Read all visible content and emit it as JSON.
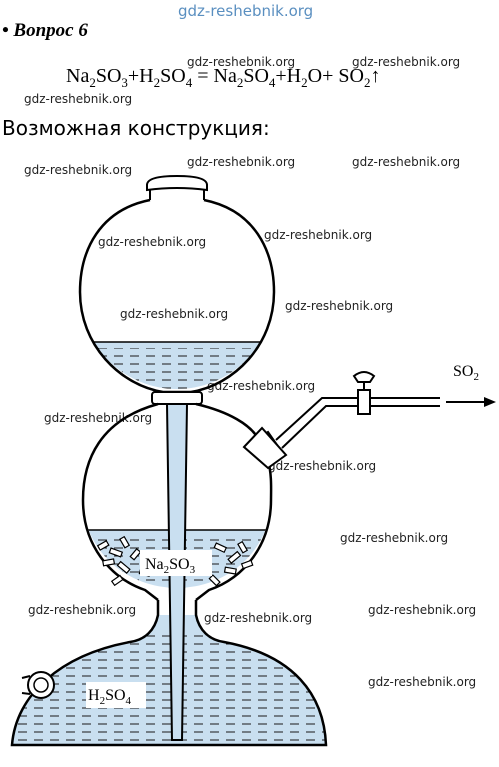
{
  "watermarks": {
    "top": "gdz-reshebnik.org",
    "text": "gdz-reshebnik.org"
  },
  "heading": {
    "bullet": "•",
    "title": "Вопрос 6"
  },
  "equation": {
    "parts": [
      {
        "t": "Na"
      },
      {
        "s": "2"
      },
      {
        "t": "SO"
      },
      {
        "s": "3"
      },
      {
        "t": "+H"
      },
      {
        "s": "2"
      },
      {
        "t": "SO"
      },
      {
        "s": "4"
      },
      {
        "t": " = Na"
      },
      {
        "s": "2"
      },
      {
        "t": "SO"
      },
      {
        "s": "4"
      },
      {
        "t": "+H"
      },
      {
        "s": "2"
      },
      {
        "t": "O+ SO"
      },
      {
        "s": "2"
      },
      {
        "t": "↑"
      }
    ]
  },
  "construction_label": "Возможная конструкция:",
  "diagram": {
    "so2_label": "SO",
    "so2_sub": "2",
    "na2so3_label_a": "Na",
    "na2so3_sub_a": "2",
    "na2so3_label_b": "SO",
    "na2so3_sub_b": "3",
    "h2so4_label_a": "H",
    "h2so4_sub_a": "2",
    "h2so4_label_b": "SO",
    "h2so4_sub_b": "4",
    "liquid_color": "#c9dff0"
  }
}
